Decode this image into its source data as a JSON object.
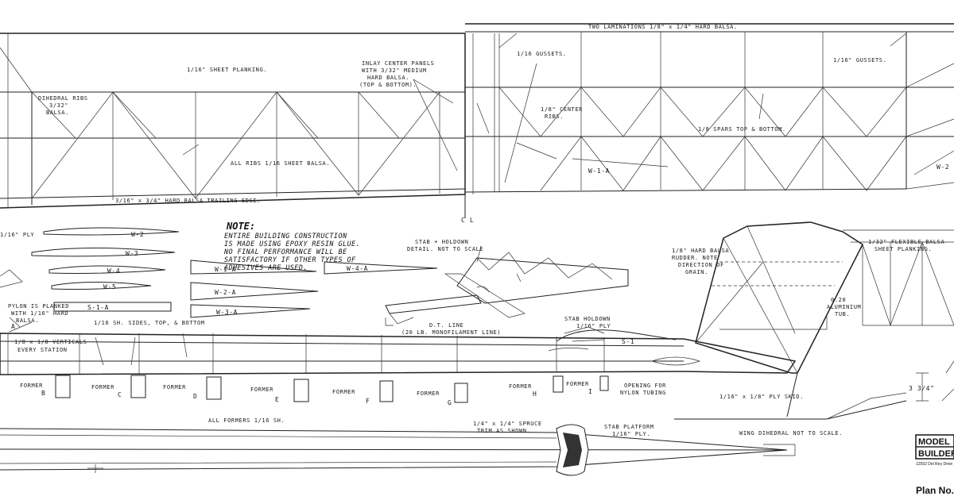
{
  "wing": {
    "laminations": "TWO LAMINATIONS 1/8\" x 1/4\" HARD BALSA.",
    "sheet_planking": "1/16\" SHEET PLANKING.",
    "inlay": [
      "INLAY CENTER PANELS",
      "WITH 3/32\" MEDIUM",
      "HARD BALSA.",
      "(TOP & BOTTOM)."
    ],
    "gussets_left": "1/16 GUSSETS.",
    "gussets_right": "1/16\" GUSSETS.",
    "dihedral": [
      "DIHEDRAL RIBS",
      "3/32\"",
      "BALSA."
    ],
    "center_ribs": [
      "1/8\" CENTER",
      "RIBS."
    ],
    "spars": "1/8 SPARS TOP & BOTTOM.",
    "all_ribs": "ALL RIBS 1/16 SHEET BALSA.",
    "trailing_edge": "3/16\" x 3/4\" HARD BALSA TRAILING EDGE.",
    "rib_w1a": "W-1-A",
    "rib_w2_edge": "W-2",
    "centerline": "C L"
  },
  "ribs": {
    "ply_edge": "1/16\" PLY",
    "w2": "W-2",
    "w3": "W-3",
    "w4": "W-4",
    "w5": "W-5",
    "s1a": "S-1-A",
    "w1a": "W-1-A",
    "w2a": "W-2-A",
    "w3a": "W-3-A",
    "w4a": "W-4-A"
  },
  "note": {
    "title": "NOTE:",
    "lines": [
      "ENTIRE BUILDING CONSTRUCTION",
      "IS MADE USING EPOXY RESIN GLUE.",
      "NO FINAL PERFORMANCE WILL BE",
      "SATISFACTORY IF OTHER TYPES OF",
      "ADHESIVES ARE USED."
    ]
  },
  "detail": {
    "stab": [
      "STAB + HOLDOWN",
      "DETAIL. NOT TO SCALE"
    ],
    "dt_line": [
      "D.T. LINE",
      "(20 LB. MONOFILAMENT LINE)"
    ]
  },
  "fin": {
    "rudder": [
      "1/8\" HARD BALSA",
      "RUDDER. NOTE",
      "DIRECTION OF",
      "GRAIN."
    ],
    "flexible": [
      "1/32\" FLEXIBLE BALSA",
      "SHEET PLANKING."
    ],
    "aluminium": [
      "0.20",
      "ALUMINIUM",
      "TUB."
    ],
    "skid": "1/16\" x 1/8\" PLY SKID."
  },
  "fuselage": {
    "pylon": [
      "PYLON IS PLANKED",
      "WITH 1/16\" HARD",
      "BALSA."
    ],
    "section_a": "A",
    "sides": "1/16 SH. SIDES, TOP, & BOTTOM",
    "verticals": "1/8 x 1/8 VERTICALS",
    "every_station": "EVERY STATION",
    "stab_holdown": [
      "STAB HOLDOWN",
      "1/16\" PLY"
    ],
    "s1": "S-1",
    "opening": [
      "OPENING FOR",
      "NYLON TUBING"
    ],
    "all_formers": "ALL FORMERS 1/16 SH.",
    "spruce": [
      "1/4\" x 1/4\" SPRUCE",
      "TRIM AS SHOWN."
    ],
    "stab_platform": [
      "STAB PLATFORM",
      "1/16\" PLY."
    ],
    "wing_dihedral": "WING DIHEDRAL NOT TO SCALE.",
    "dim": "3 3/4\""
  },
  "formers": [
    {
      "label": "FORMER",
      "id": "B"
    },
    {
      "label": "FORMER",
      "id": "C"
    },
    {
      "label": "FORMER",
      "id": "D"
    },
    {
      "label": "FORMER",
      "id": "E"
    },
    {
      "label": "FORMER",
      "id": "F"
    },
    {
      "label": "FORMER",
      "id": "G"
    },
    {
      "label": "FORMER",
      "id": "H"
    },
    {
      "label": "FORMER",
      "id": "I"
    }
  ],
  "branding": {
    "logo_top": "MODEL",
    "logo_bottom": "BUILDER",
    "address": "12552 Del Rey Drive",
    "plan_no": "Plan No."
  }
}
